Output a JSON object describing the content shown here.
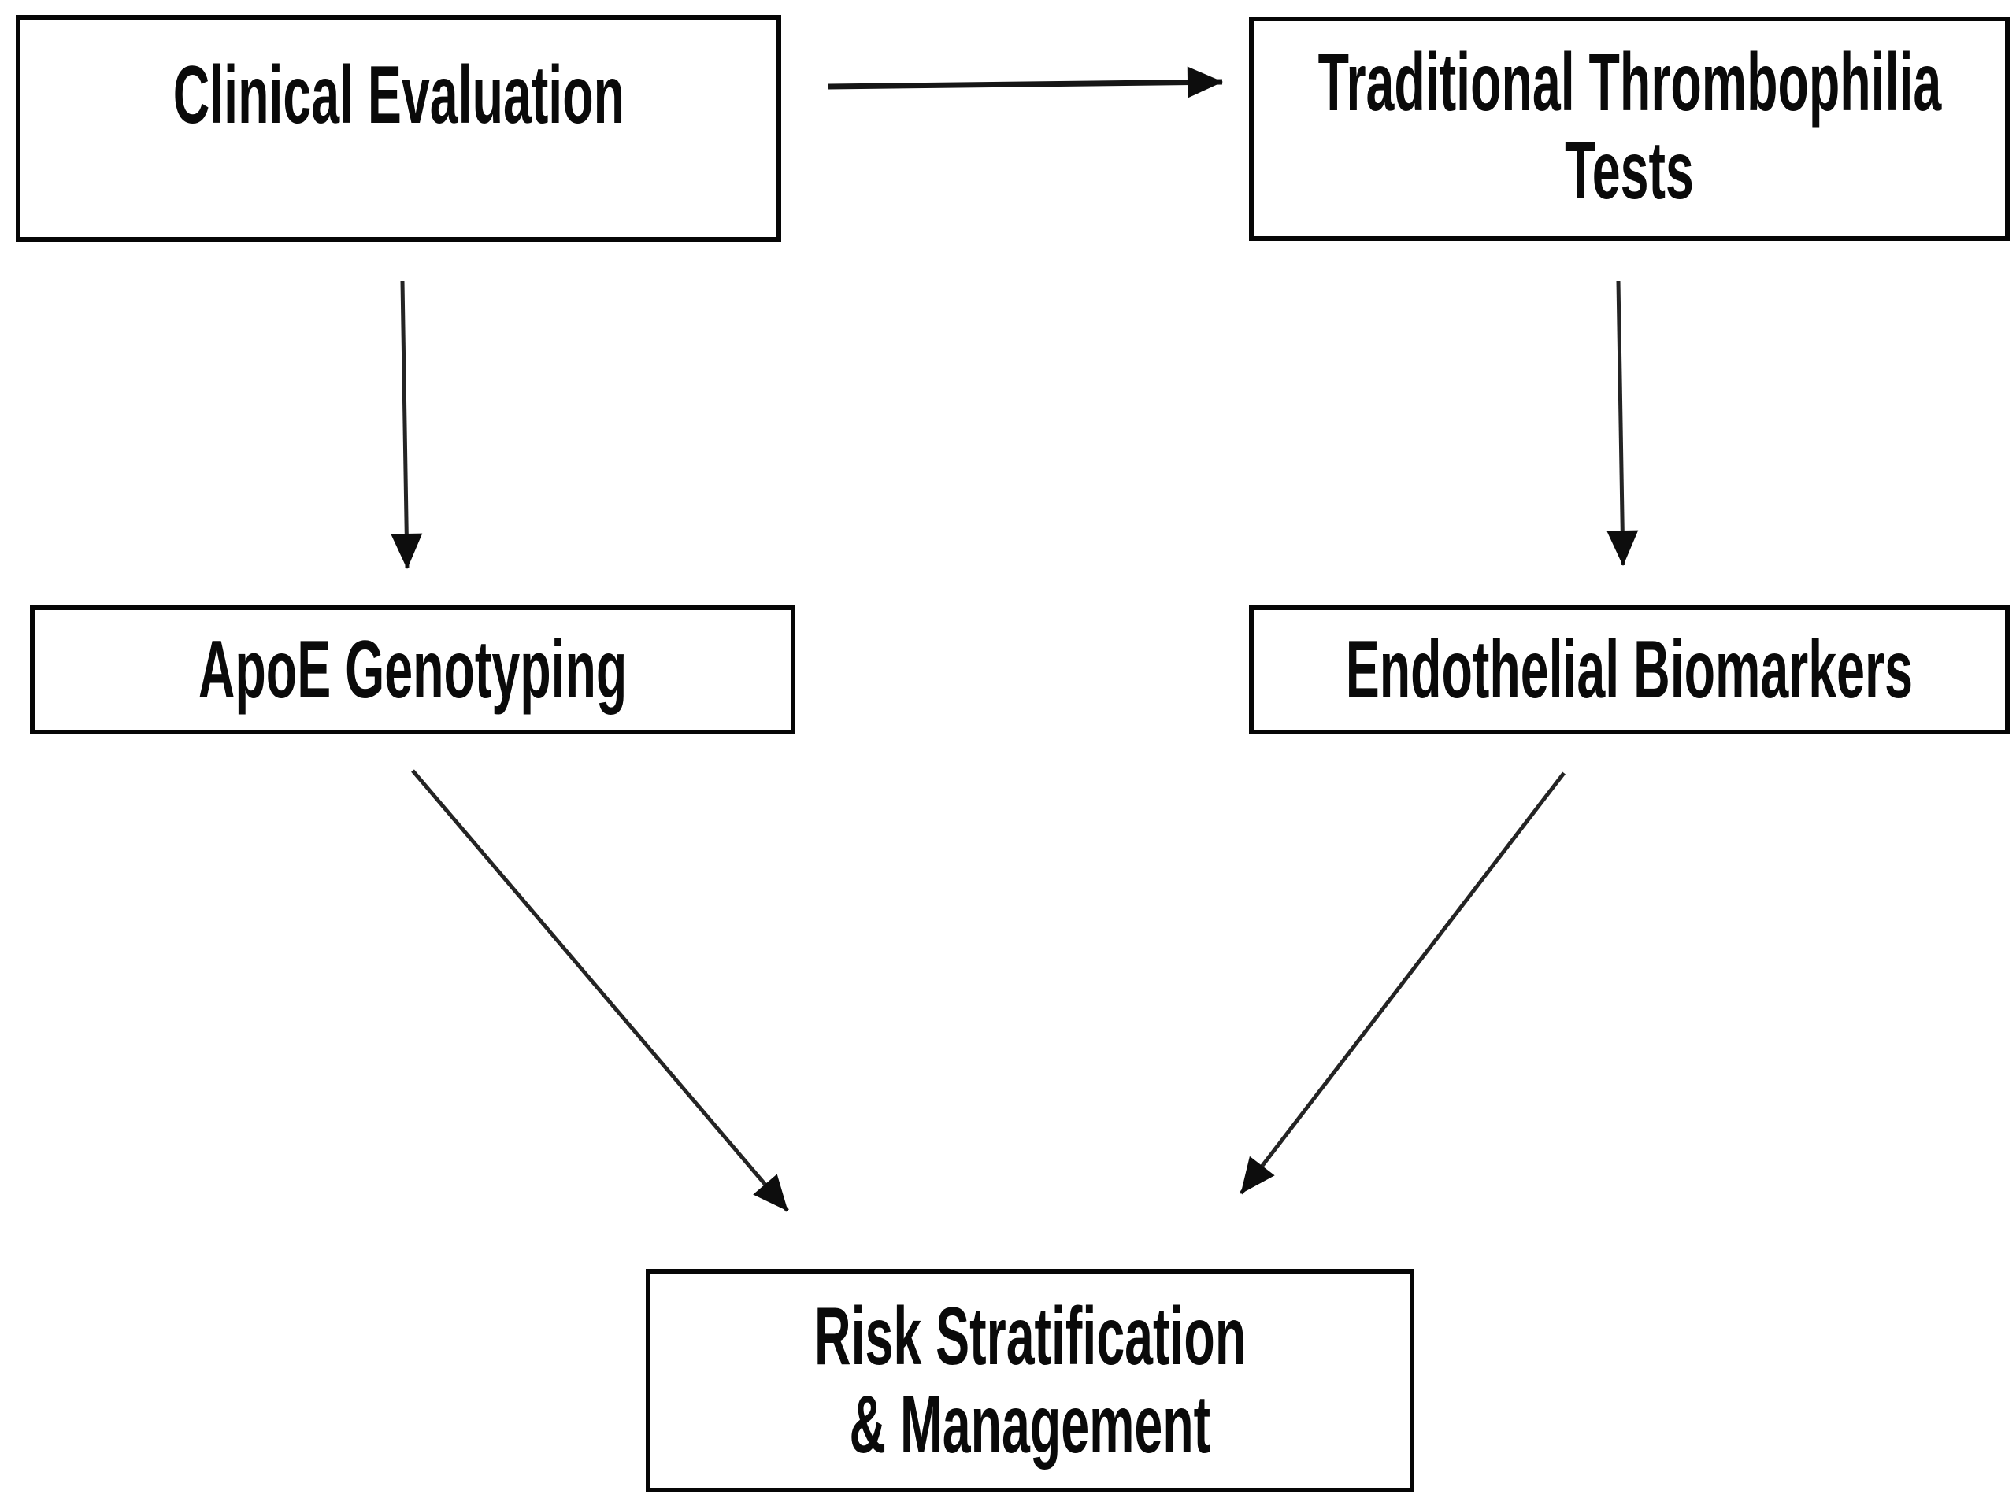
{
  "figure": {
    "type": "flowchart",
    "background_color": "#ffffff",
    "box_border_color": "#060606",
    "text_color": "#0a0a0a",
    "arrow_color": "#242424",
    "nodes": {
      "clinical_evaluation": {
        "lines": [
          "Clinical Evaluation"
        ]
      },
      "traditional_thrombophilia_tests": {
        "lines": [
          "Traditional Thrombophilia",
          "Tests"
        ]
      },
      "apoe_genotyping": {
        "lines": [
          "ApoE Genotyping"
        ]
      },
      "endothelial_biomarkers": {
        "lines": [
          "Endothelial Biomarkers"
        ]
      },
      "risk_stratification_management": {
        "lines": [
          "Risk Stratification",
          "& Management"
        ]
      }
    },
    "edges": [
      {
        "from": "Clinical Evaluation",
        "to": "Traditional Thrombophilia Tests",
        "direction": "right"
      },
      {
        "from": "Clinical Evaluation",
        "to": "ApoE Genotyping",
        "direction": "down"
      },
      {
        "from": "Traditional Thrombophilia Tests",
        "to": "Endothelial Biomarkers",
        "direction": "down"
      },
      {
        "from": "ApoE Genotyping",
        "to": "Risk Stratification & Management",
        "direction": "down-right"
      },
      {
        "from": "Endothelial Biomarkers",
        "to": "Risk Stratification & Management",
        "direction": "down-left"
      }
    ]
  }
}
